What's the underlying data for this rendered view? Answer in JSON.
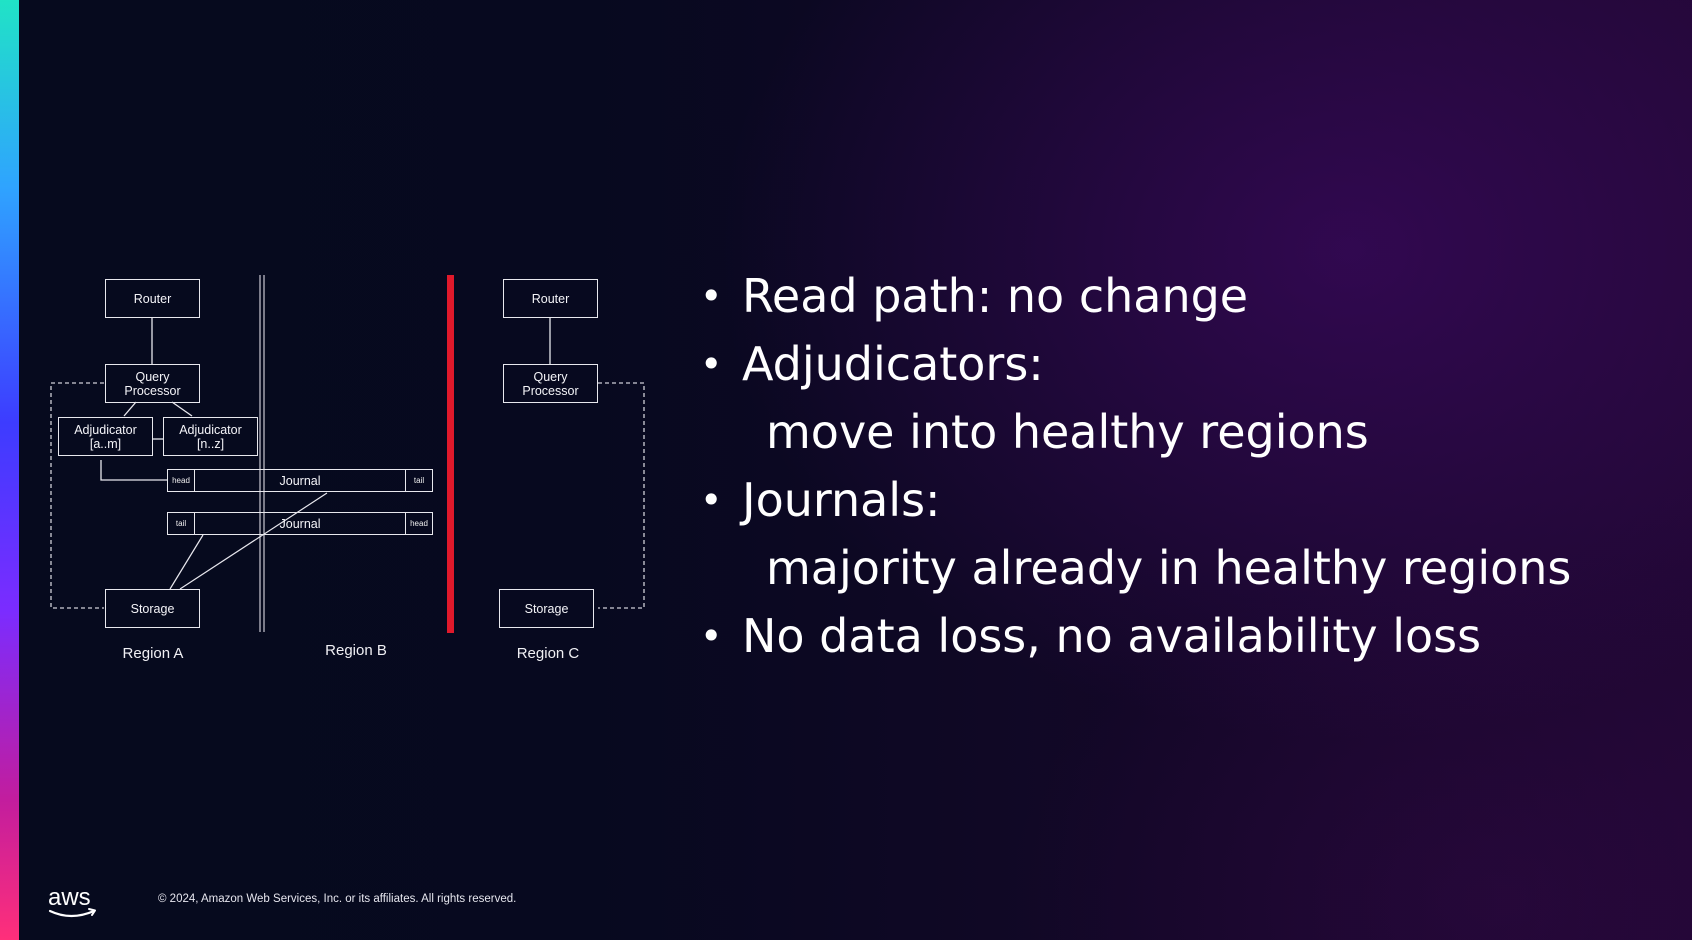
{
  "diagram": {
    "region_a": {
      "label": "Region A",
      "router": "Router",
      "query_processor": [
        "Query",
        "Processor"
      ],
      "adjudicator_1": [
        "Adjudicator",
        "[a..m]"
      ],
      "adjudicator_2": [
        "Adjudicator",
        "[n..z]"
      ],
      "storage": "Storage"
    },
    "region_b": {
      "label": "Region B"
    },
    "region_c": {
      "label": "Region C",
      "router": "Router",
      "query_processor": [
        "Query",
        "Processor"
      ],
      "storage": "Storage"
    },
    "journal_1": {
      "left_cell": "head",
      "label": "Journal",
      "right_cell": "tail"
    },
    "journal_2": {
      "left_cell": "tail",
      "label": "Journal",
      "right_cell": "head"
    },
    "colors": {
      "line": "#e8e8ee",
      "partition": "#e0192b"
    }
  },
  "bullets": [
    {
      "text": "Read path: no change",
      "sub": ""
    },
    {
      "text": "Adjudicators:",
      "sub": "move into healthy regions"
    },
    {
      "text": "Journals:",
      "sub": "majority already in healthy regions"
    },
    {
      "text": "No data loss, no availability loss",
      "sub": ""
    }
  ],
  "footer": {
    "logo_text": "aws",
    "copyright": "© 2024, Amazon Web Services, Inc. or its affiliates. All rights reserved."
  }
}
